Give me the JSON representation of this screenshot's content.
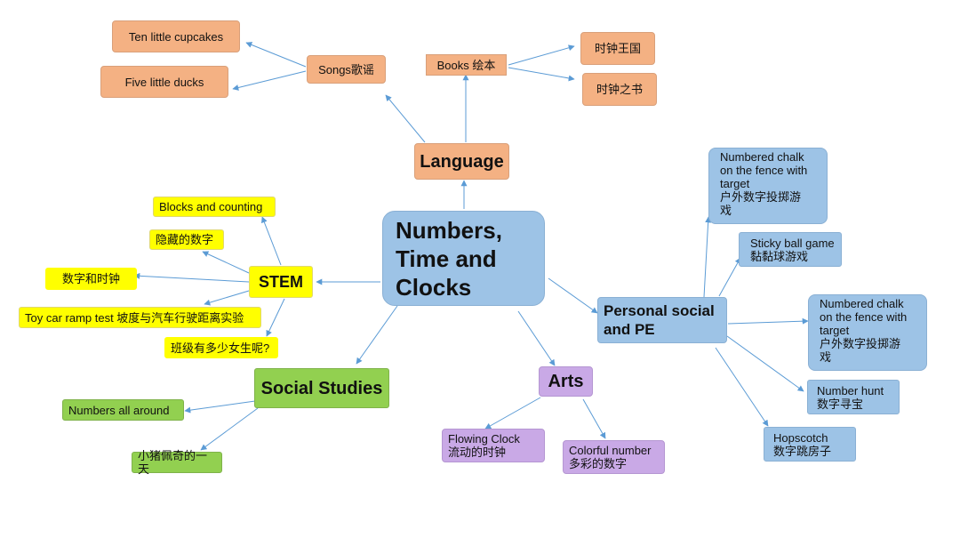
{
  "root": {
    "label": "Numbers,\nTime and\nClocks"
  },
  "language": {
    "label": "Language",
    "songs": {
      "label": "Songs歌谣",
      "items": [
        "Ten little cupcakes",
        "Five little ducks"
      ]
    },
    "books": {
      "label": "Books 绘本",
      "items": [
        "时钟王国",
        "时钟之书"
      ]
    }
  },
  "stem": {
    "label": "STEM",
    "items": [
      "Blocks and counting",
      "隐藏的数字",
      "数字和时钟",
      "Toy car ramp test 坡度与汽车行驶距离实验",
      "班级有多少女生呢?"
    ]
  },
  "social_studies": {
    "label": "Social Studies",
    "items": [
      "Numbers all around",
      "小猪佩奇的一天"
    ]
  },
  "arts": {
    "label": "Arts",
    "items": [
      "Flowing Clock\n流动的时钟",
      "Colorful number\n多彩的数字"
    ]
  },
  "personal_social_pe": {
    "label": "Personal social\nand PE",
    "items": [
      "Numbered chalk\non the fence with\ntarget\n户外数字投掷游\n戏",
      "Sticky ball game\n黏黏球游戏",
      "Numbered chalk\non the fence with\ntarget\n户外数字投掷游\n戏",
      "Number hunt\n数字寻宝",
      "Hopscotch\n数字跳房子"
    ]
  },
  "colors": {
    "language": "#f4b183",
    "stem": "#ffff00",
    "social_studies": "#92d050",
    "arts": "#c9a9e6",
    "personal_social_pe": "#9dc3e6",
    "connector": "#5b9bd5"
  }
}
